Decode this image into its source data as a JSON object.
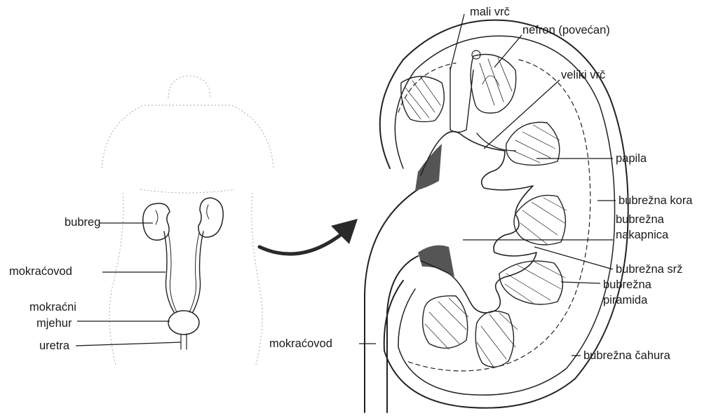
{
  "left_labels": {
    "kidney": "bubreg",
    "ureter": "mokraćovod",
    "bladder_line1": "mokraćni",
    "bladder_line2": "mjehur",
    "urethra": "uretra"
  },
  "right_labels": {
    "minor_calyx": "mali vrč",
    "nephron": "nefron (povećan)",
    "major_calyx": "veliki vrč",
    "papilla": "papila",
    "cortex": "bubrežna kora",
    "pelvis_line1": "bubrežna",
    "pelvis_line2": "nakapnica",
    "medulla": "bubrežna srž",
    "pyramid_line1": "bubrežna",
    "pyramid_line2": "piramida",
    "capsule": "bubrežna čahura",
    "ureter": "mokraćovod"
  },
  "colors": {
    "ink": "#222222",
    "organ_fill": "#d9d9d9",
    "dark_fill": "#555555",
    "arrow": "#2a2a2a"
  }
}
